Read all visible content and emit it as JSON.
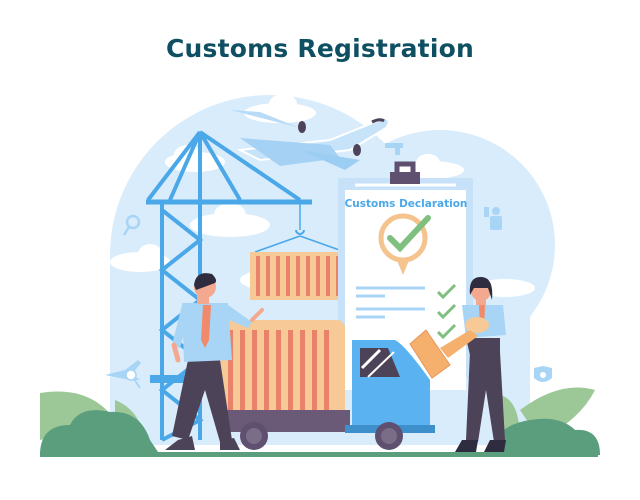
{
  "header": {
    "title": "Customs Registration"
  },
  "illustration": {
    "document": {
      "title": "Customs Declaration",
      "approval_icon": "check-mark-pin-icon",
      "checklist_items": 3
    },
    "elements": [
      "airplane-icon",
      "crane-icon",
      "shipping-container-icon",
      "delivery-truck-icon",
      "customs-officer-male",
      "customs-officer-female",
      "approval-stamp-icon",
      "clipboard-icon",
      "magnifier-icon",
      "pistol-icon",
      "officer-badge-icon",
      "inspector-icon",
      "plane-alert-icon",
      "bush-icon"
    ],
    "colors": {
      "title": "#0e4f62",
      "sky_circle": "#d9ecfb",
      "crane": "#4aa8e8",
      "container": "#f6c997",
      "container_stripe": "#e8826a",
      "truck_cab": "#5ab3f0",
      "truck_base": "#6a5a78",
      "check": "#7fbf7f",
      "pin": "#f5c48e",
      "bush_dark": "#5a9e7e",
      "bush_light": "#9cc796",
      "shirt": "#a8d4f5",
      "tie": "#f08a6a",
      "pants": "#4d4358"
    }
  }
}
